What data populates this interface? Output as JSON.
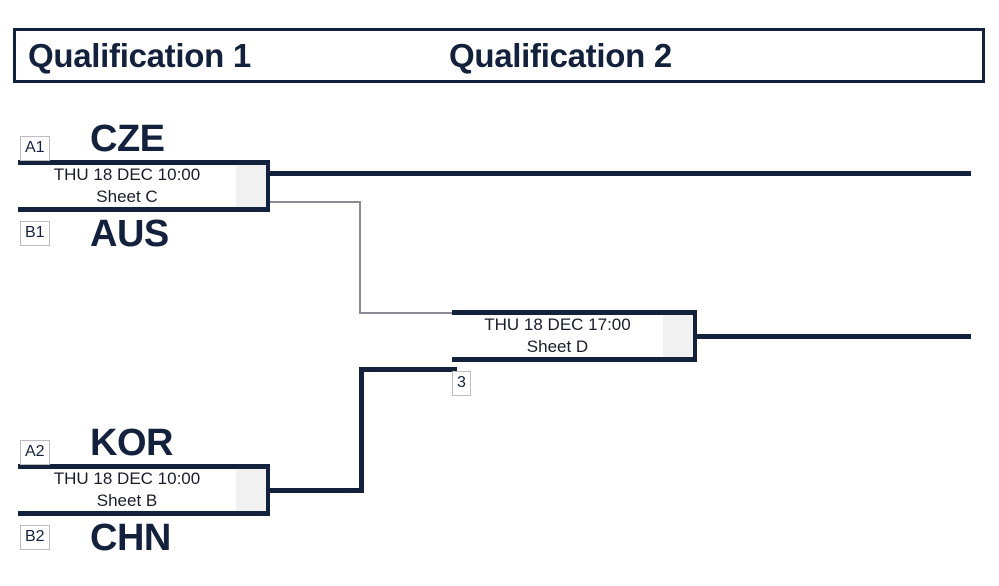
{
  "header": {
    "qualification_1": "Qualification 1",
    "qualification_2": "Qualification 2"
  },
  "bracket": {
    "matches": [
      {
        "id": "match-q1-top",
        "date": "THU 18 DEC 10:00",
        "sheet": "Sheet C",
        "top_seed": "A1",
        "top_team": "CZE",
        "bottom_seed": "B1",
        "bottom_team": "AUS"
      },
      {
        "id": "match-q1-bottom",
        "date": "THU 18 DEC 10:00",
        "sheet": "Sheet B",
        "top_seed": "A2",
        "top_team": "KOR",
        "bottom_seed": "B2",
        "bottom_team": "CHN"
      },
      {
        "id": "match-q2-final",
        "date": "THU 18 DEC 17:00",
        "sheet": "Sheet D",
        "number_badge": "3"
      }
    ]
  },
  "colors": {
    "navy": "#14213d",
    "loser_line": "#8b8b95",
    "winner_cell": "#f1f1f1",
    "badge_border": "#bdbdbd"
  },
  "watermark": {
    "text": ""
  }
}
